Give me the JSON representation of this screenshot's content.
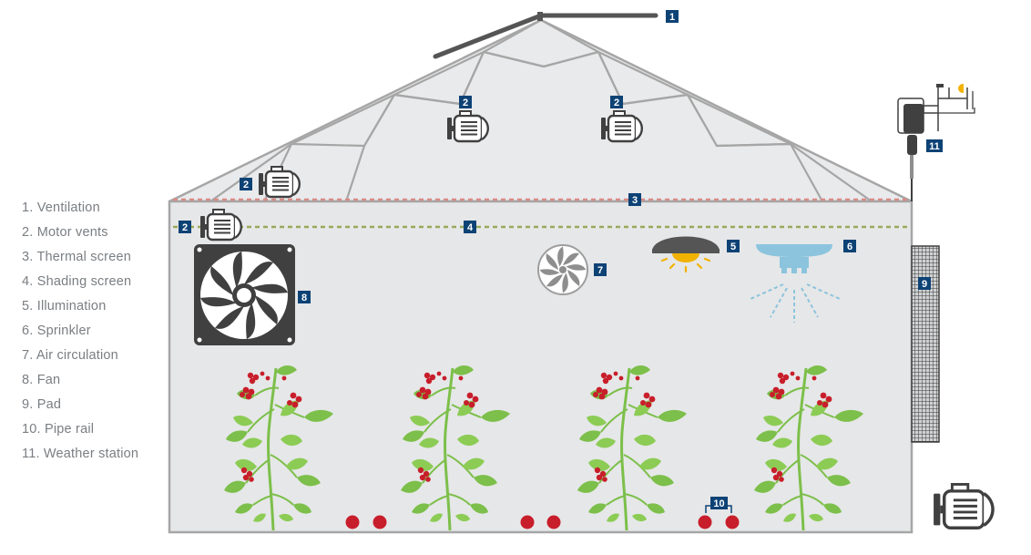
{
  "legend": {
    "items": [
      "1. Ventilation",
      "2. Motor vents",
      "3. Thermal screen",
      "4. Shading screen",
      "5. Illumination",
      "6. Sprinkler",
      "7. Air circulation",
      "8. Fan",
      "9. Pad",
      "10. Pipe rail",
      "11. Weather station"
    ]
  },
  "tags": {
    "ventilation": "1",
    "motor_vents": "2",
    "thermal_screen": "3",
    "shading_screen": "4",
    "illumination": "5",
    "sprinkler": "6",
    "air_circulation": "7",
    "fan": "8",
    "pad": "9",
    "pipe_rail": "10",
    "weather_station": "11"
  },
  "colors": {
    "tag_bg": "#0d4275",
    "frame": "#a6a6a6",
    "roof_fill": "#e9eaeb",
    "wall_fill": "#e6e7e8",
    "thermal_screen": "#d98a86",
    "shading_screen": "#9aa85a",
    "plant": "#7cbf4a",
    "fruit": "#c81e2b",
    "sprinkler": "#8cc4dd",
    "lamp_glow": "#f2b200",
    "icon_dark": "#404040"
  }
}
